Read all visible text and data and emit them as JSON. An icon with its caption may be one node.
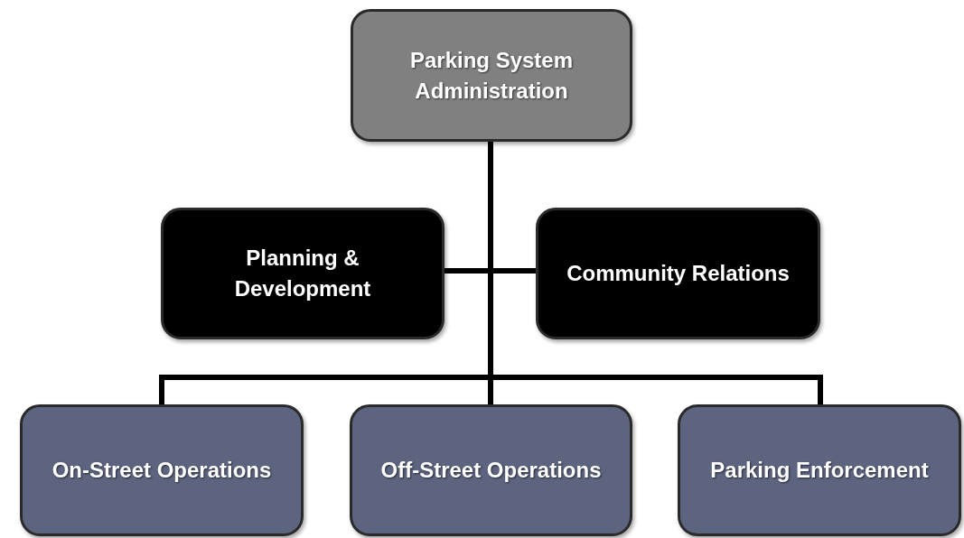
{
  "diagram": {
    "nodes": [
      {
        "text": [
          "Parking System Administration"
        ]
      },
      {
        "text": [
          "Planning & Development"
        ]
      },
      {
        "text": [
          "Community Relations"
        ]
      },
      {
        "text": [
          "On-Street Operations"
        ]
      },
      {
        "text": [
          "Off-Street Operations"
        ]
      },
      {
        "text": [
          "Parking Enforcement"
        ]
      }
    ],
    "edges": [
      {
        "from": 0,
        "to": 1,
        "arrow": "none"
      },
      {
        "from": 0,
        "to": 2,
        "arrow": "none"
      },
      {
        "from": 0,
        "to": 3,
        "arrow": "none"
      },
      {
        "from": 0,
        "to": 4,
        "arrow": "none"
      },
      {
        "from": 0,
        "to": 5,
        "arrow": "none"
      }
    ]
  }
}
